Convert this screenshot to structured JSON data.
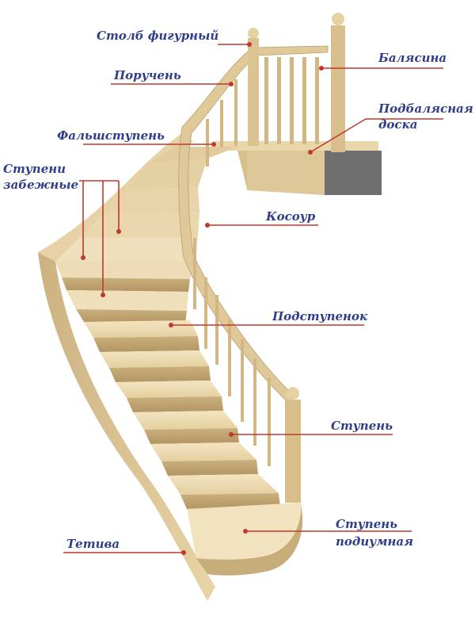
{
  "labels": {
    "newel_post": "Столб фигурный",
    "handrail": "Поручень",
    "false_step": "Фальшступень",
    "winder_steps_1": "Ступени",
    "winder_steps_2": "забежные",
    "baluster": "Балясина",
    "baluster_board_1": "Подбалясная",
    "baluster_board_2": "доска",
    "stringer": "Косоур",
    "riser": "Подступенок",
    "step": "Ступень",
    "podium_step_1": "Ступень",
    "podium_step_2": "подиумная",
    "side_stringer": "Тетива"
  },
  "colors": {
    "wood_light": "#eedcb4",
    "wood_mid": "#dcc594",
    "wood_dark": "#b89e6c",
    "label_text": "#2f3e8a",
    "leader_line": "#c0392b"
  }
}
